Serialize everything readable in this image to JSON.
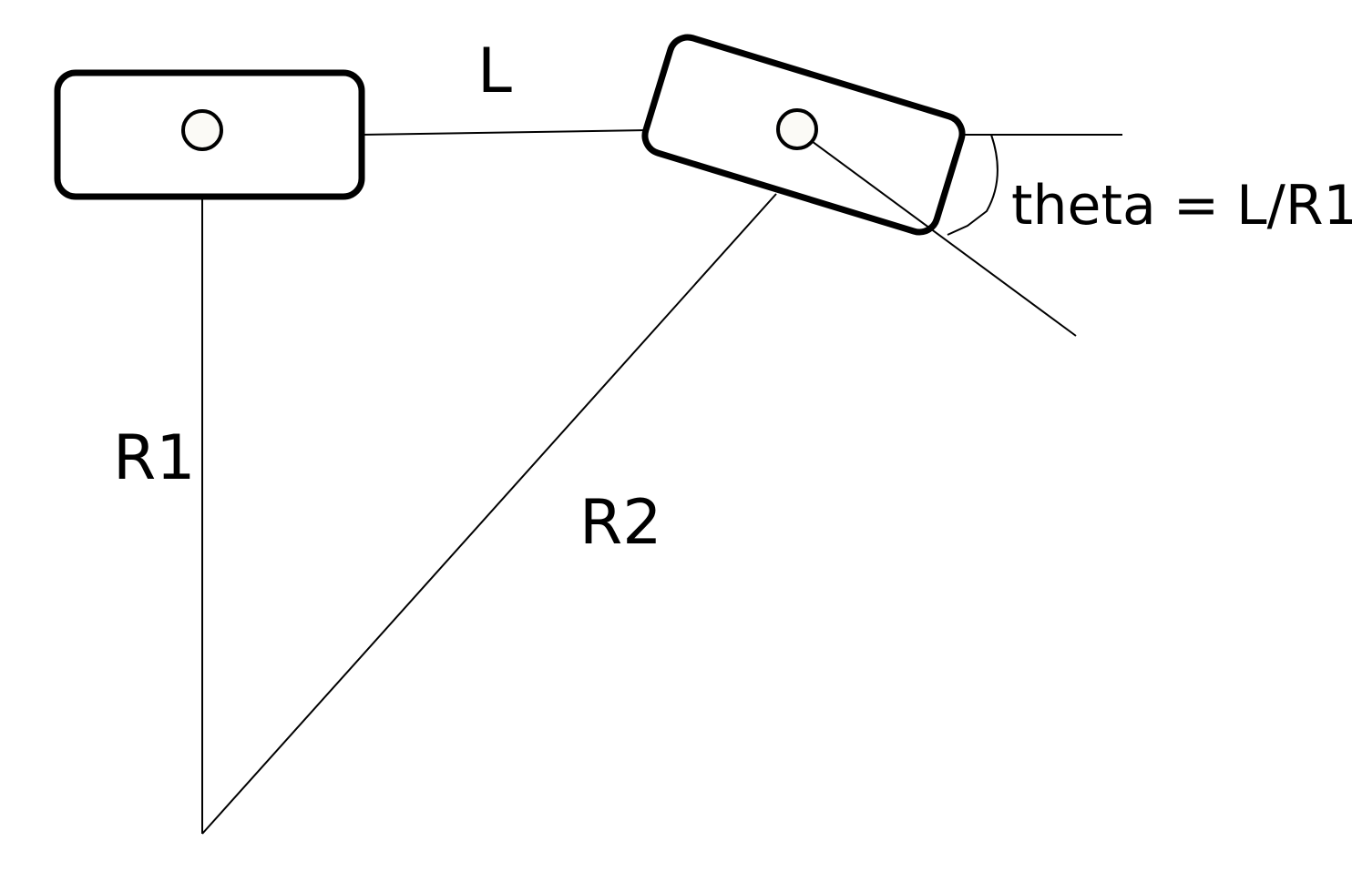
{
  "labels": {
    "L": "L",
    "R1": "R1",
    "R2": "R2",
    "theta": "theta = L/R1"
  },
  "colors": {
    "stroke": "#000000",
    "pivot_fill": "#fbfaf6",
    "background": "#ffffff"
  }
}
